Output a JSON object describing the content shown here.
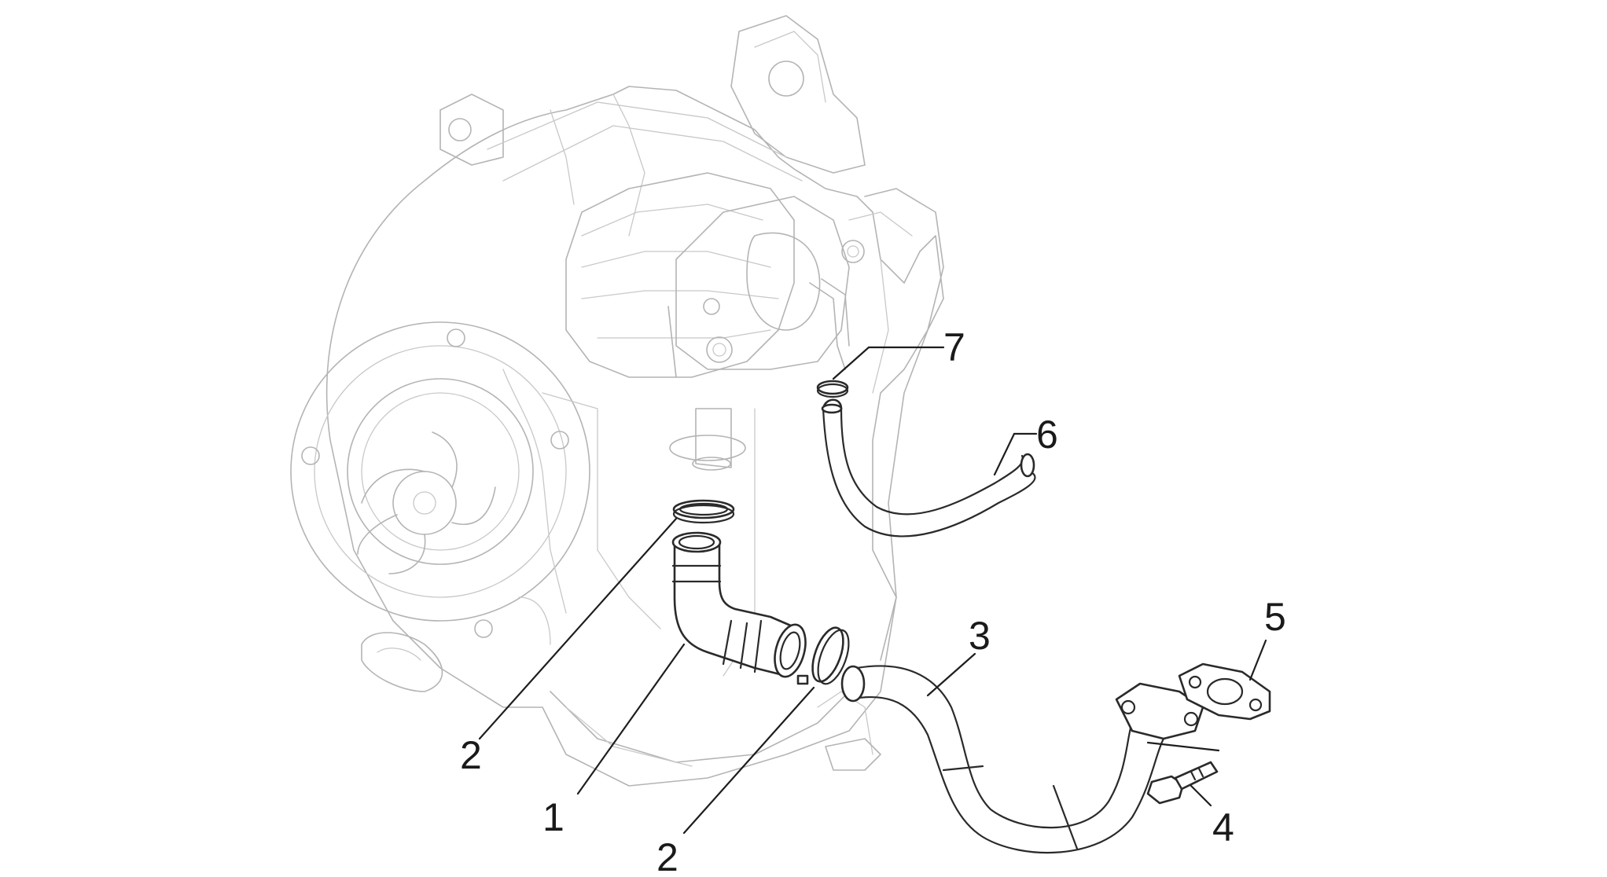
{
  "callouts": {
    "hose_7": "7",
    "hose_6": "6",
    "hose_3": "3",
    "gasket_5": "5",
    "bolt_4": "4",
    "clamp_upper_2": "2",
    "elbow_1": "1",
    "clamp_lower_2": "2"
  }
}
